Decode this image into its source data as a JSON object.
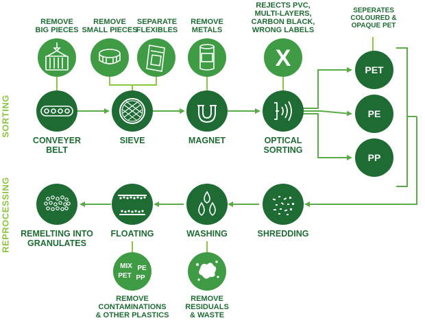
{
  "side_labels": {
    "sorting": "SORTING",
    "reprocessing": "REPROCESSING"
  },
  "colors": {
    "dark_green": "#1e6b34",
    "mid_green": "#3f9c45",
    "light_green": "#8dc63f",
    "line_green": "#5aab46"
  },
  "sorting_row": {
    "conveyor_belt": "CONVEYER\nBELT",
    "sieve": "SIEVE",
    "magnet": "MAGNET",
    "optical_sorting": "OPTICAL\nSORTING"
  },
  "top_notes": {
    "remove_big": "REMOVE\nBIG PIECES",
    "remove_small": "REMOVE\nSMALL PIECES",
    "separate_flexibles": "SEPARATE\nFLEXIBLES",
    "remove_metals": "REMOVE\nMETALS",
    "rejects": "REJECTS PVC,\nMULTI-LAYERS,\nCARBON BLACK,\nWRONG LABELS",
    "separates_pet": "SEPERATES\nCOLOURED &\nOPAQUE PET",
    "reject_symbol": "X"
  },
  "polymers": {
    "pet": "PET",
    "pe": "PE",
    "pp": "PP"
  },
  "reprocessing_row": {
    "shredding": "SHREDDING",
    "washing": "WASHING",
    "floating": "FLOATING",
    "remelting": "REMELTING INTO\nGRANULATES"
  },
  "bottom_notes": {
    "remove_contaminations": "REMOVE\nCONTAMINATIONS\n& OTHER PLASTICS",
    "remove_residuals": "REMOVE\nRESIDUALS\n& WASTE"
  },
  "mix_badge": {
    "mix": "MIX",
    "pe": "PE",
    "pet": "PET",
    "pp": "PP"
  }
}
